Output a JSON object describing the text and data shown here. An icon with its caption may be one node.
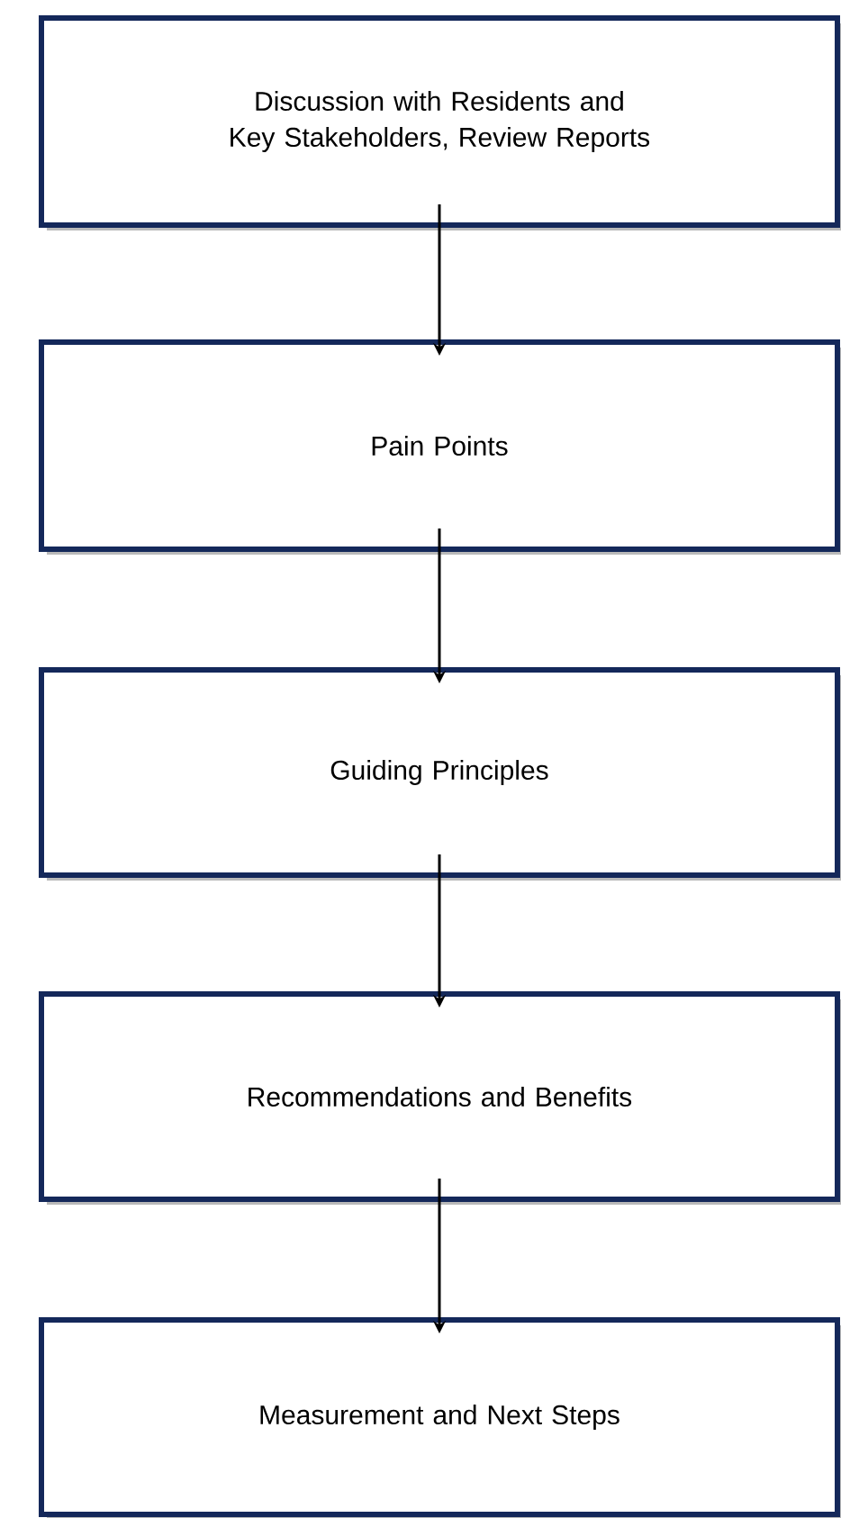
{
  "diagram": {
    "nodes": [
      {
        "text": [
          "Discussion with Residents and Key Stakeholders, Review Reports"
        ]
      },
      {
        "text": [
          "Pain Points"
        ]
      },
      {
        "text": [
          "Guiding Principles"
        ]
      },
      {
        "text": [
          "Recommendations and Benefits"
        ]
      },
      {
        "text": [
          "Measurement and Next Steps"
        ]
      }
    ],
    "edges": [
      {
        "from": 0,
        "to": 1,
        "arrow": "to"
      },
      {
        "from": 1,
        "to": 2,
        "arrow": "to"
      },
      {
        "from": 2,
        "to": 3,
        "arrow": "to"
      },
      {
        "from": 3,
        "to": 4,
        "arrow": "to"
      }
    ]
  }
}
